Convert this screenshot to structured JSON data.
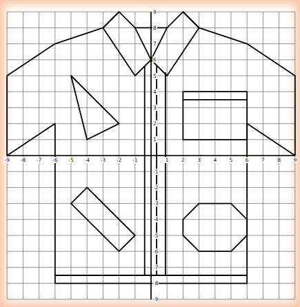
{
  "diagram": {
    "labels": [
      "-9",
      "-8",
      "-7",
      "-6",
      "-5",
      "-4",
      "-3",
      "-2",
      "-1",
      "1",
      "2",
      "3",
      "4",
      "5",
      "6",
      "7",
      "8",
      "9",
      "9",
      "8",
      "7",
      "6",
      "5",
      "4",
      "3",
      "2",
      "1",
      "-1",
      "-2",
      "-3",
      "-4",
      "-5",
      "-6",
      "-7",
      "-8",
      "-9"
    ]
  }
}
